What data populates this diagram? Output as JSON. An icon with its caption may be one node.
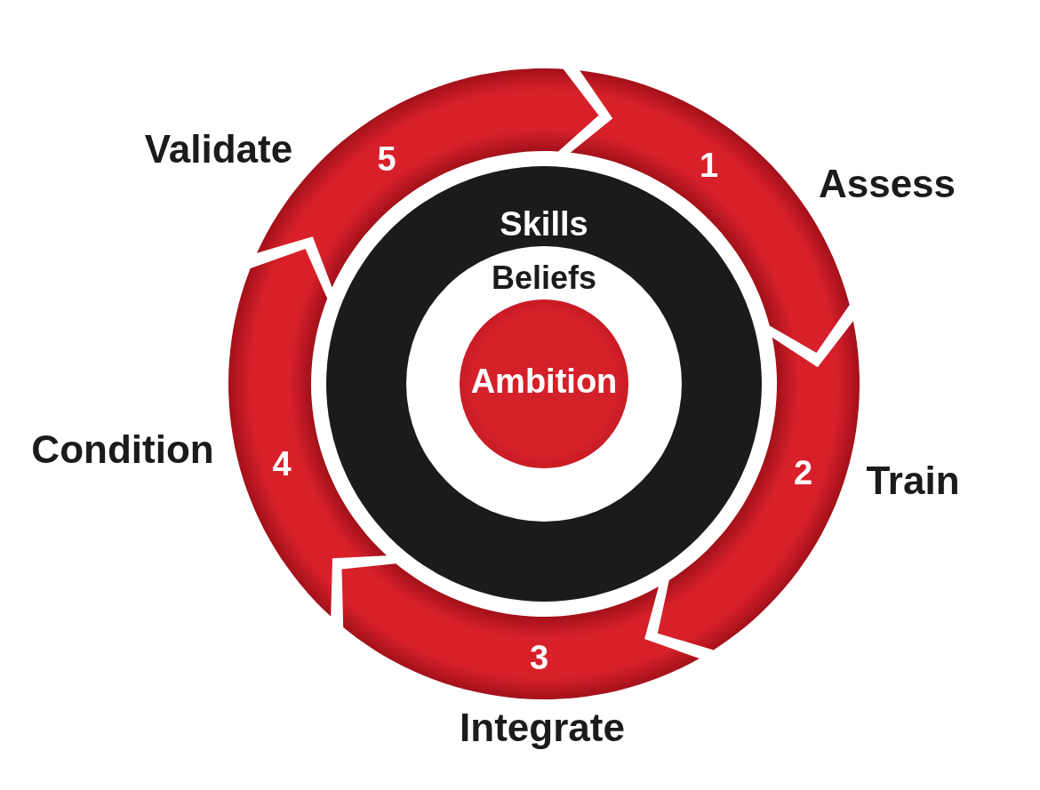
{
  "diagram": {
    "nodes": [
      {
        "text": [
          "Skills"
        ]
      },
      {
        "text": [
          "Beliefs"
        ],
        "in": 0
      },
      {
        "text": [
          "Ambition"
        ],
        "in": 1
      },
      {
        "text": [
          "1"
        ],
        "beside": [
          "Assess"
        ]
      },
      {
        "text": [
          "2"
        ],
        "beside": [
          "Train"
        ]
      },
      {
        "text": [
          "3"
        ],
        "beside": [
          "Integrate"
        ]
      },
      {
        "text": [
          "4"
        ],
        "beside": [
          "Condition"
        ]
      },
      {
        "text": [
          "5"
        ],
        "beside": [
          "Validate"
        ]
      }
    ]
  }
}
